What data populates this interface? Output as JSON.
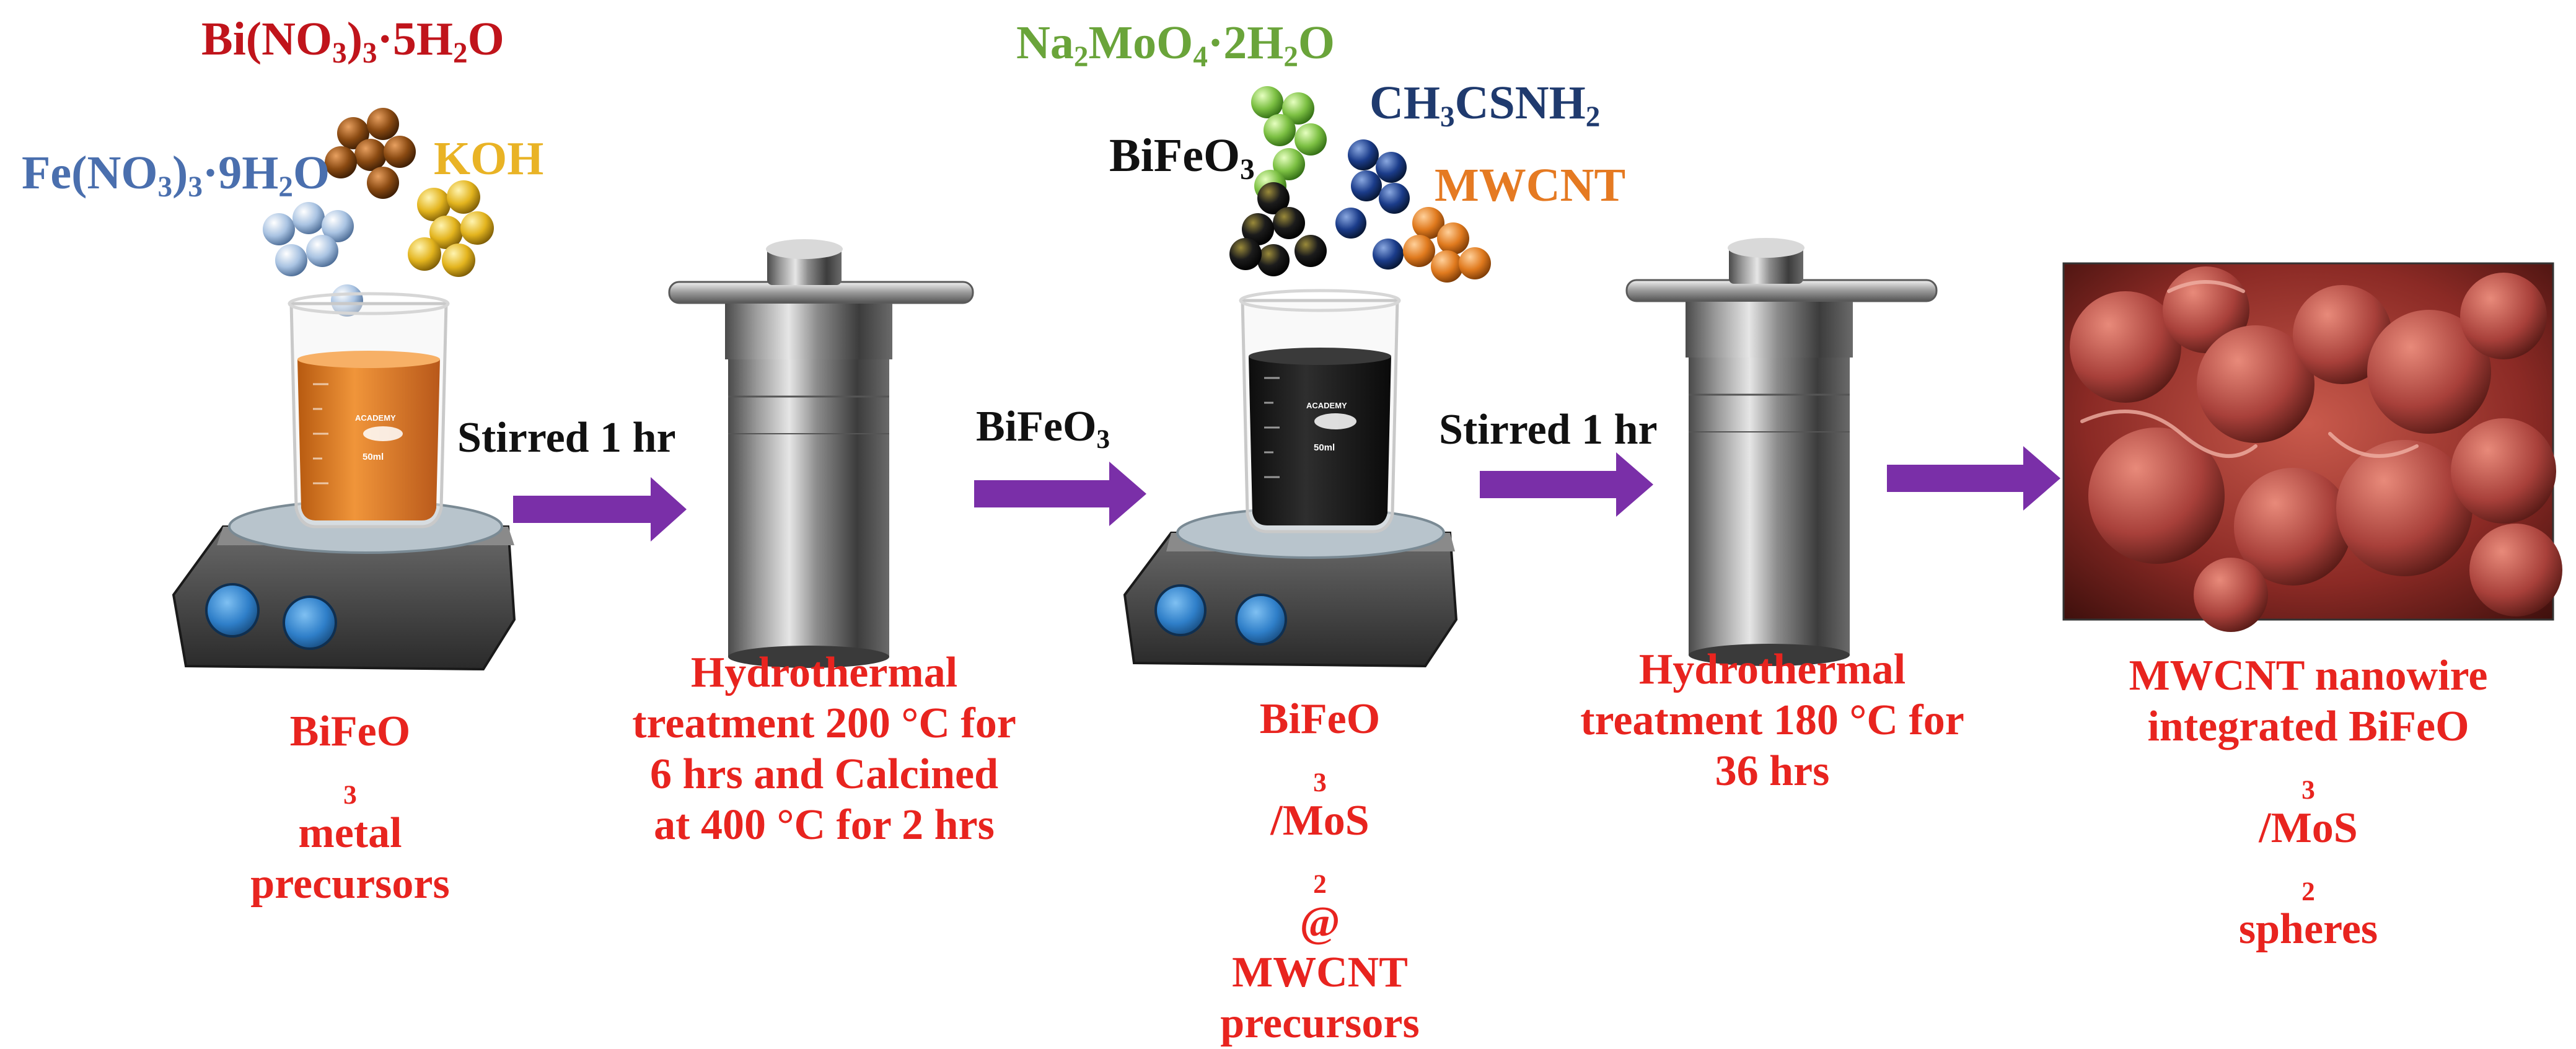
{
  "reagents": {
    "bi_nitrate": {
      "pre": "Bi(NO",
      "sub1": "3",
      "mid": ")",
      "sub2": "3",
      "post": "·5H",
      "sub3": "2",
      "tail": "O",
      "color": "#c0141b"
    },
    "fe_nitrate": {
      "pre": "Fe(NO",
      "sub1": "3",
      "mid": ")",
      "sub2": "3",
      "post": "·9H",
      "sub3": "2",
      "tail": "O",
      "color": "#4a6fae"
    },
    "koh": {
      "text": "KOH",
      "color": "#e9b325"
    },
    "na_molybdate": {
      "pre": "Na",
      "sub1": "2",
      "mid": "MoO",
      "sub2": "4",
      "post": "·2H",
      "sub3": "2",
      "tail": "O",
      "color": "#6aa43a"
    },
    "thioacetamide": {
      "pre": "CH",
      "sub1": "3",
      "mid": "CSNH",
      "sub2": "2",
      "color": "#1f3a6e"
    },
    "bifeo3": {
      "pre": "BiFeO",
      "sub1": "3",
      "color": "#111111"
    },
    "mwcnt": {
      "text": "MWCNT",
      "color": "#e57a22"
    }
  },
  "steps": {
    "stir1": "Stirred 1 hr",
    "add_bifeo3": {
      "pre": "BiFeO",
      "sub1": "3"
    },
    "stir2": "Stirred 1 hr"
  },
  "captions": {
    "c1": {
      "l1_pre": "BiFeO",
      "l1_sub": "3",
      "l1_post": " metal",
      "l2": "precursors"
    },
    "c2": {
      "l1": "Hydrothermal",
      "l2": "treatment 200 °C for",
      "l3": "6 hrs and Calcined",
      "l4": "at 400 °C for 2 hrs"
    },
    "c3": {
      "l1_pre": "BiFeO",
      "l1_sub1": "3",
      "l1_mid": "/MoS",
      "l1_sub2": "2",
      "l1_post": "@",
      "l2": "MWCNT",
      "l3": "precursors"
    },
    "c4": {
      "l1": "Hydrothermal",
      "l2": "treatment 180 °C for",
      "l3": "36 hrs"
    },
    "c5": {
      "l1": "MWCNT nanowire",
      "l2_pre": "integrated BiFeO",
      "l2_sub1": "3",
      "l2_mid": "/MoS",
      "l2_sub2": "2",
      "l3": "spheres"
    }
  },
  "equipment": {
    "beaker_label": "ACADEMY",
    "beaker_volume": "50ml"
  },
  "colors": {
    "arrow": "#7a2fa8",
    "caption": "#e8241f",
    "solution_orange": "#d9731c",
    "solution_dark": "#1c1c1c",
    "sem": "#8b2a25",
    "knob": "#2f7fc9"
  }
}
